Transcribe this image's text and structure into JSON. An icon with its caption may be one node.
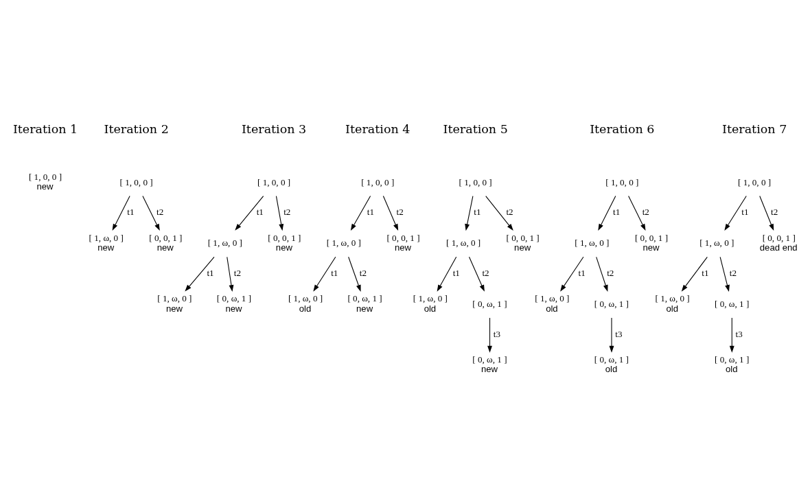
{
  "diagram": {
    "nodes": [
      {
        "text": [
          "[ 1, 0, 0 ]",
          "new"
        ]
      },
      {
        "text": [
          "[ 1, 0, 0 ]"
        ]
      },
      {
        "text": [
          "[ 1, ω, 0 ]",
          "new"
        ]
      },
      {
        "text": [
          "[ 0, 0, 1 ]",
          "new"
        ]
      },
      {
        "text": [
          "[ 1, 0, 0 ]"
        ]
      },
      {
        "text": [
          "[ 1, ω, 0 ]"
        ]
      },
      {
        "text": [
          "[ 0, 0, 1 ]",
          "new"
        ]
      },
      {
        "text": [
          "[ 1, ω, 0 ]",
          "new"
        ]
      },
      {
        "text": [
          "[ 0, ω, 1 ]",
          "new"
        ]
      },
      {
        "text": [
          "[ 1, 0, 0 ]"
        ]
      },
      {
        "text": [
          "[ 1, ω, 0 ]"
        ]
      },
      {
        "text": [
          "[ 0, 0, 1 ]",
          "new"
        ]
      },
      {
        "text": [
          "[ 1, ω, 0 ]",
          "old"
        ]
      },
      {
        "text": [
          "[ 0, ω, 1 ]",
          "new"
        ]
      },
      {
        "text": [
          "[ 1, 0, 0 ]"
        ]
      },
      {
        "text": [
          "[ 1, ω, 0 ]"
        ]
      },
      {
        "text": [
          "[ 0, 0, 1 ]",
          "new"
        ]
      },
      {
        "text": [
          "[ 1, ω, 0 ]",
          "old"
        ]
      },
      {
        "text": [
          "[ 0, ω, 1 ]"
        ]
      },
      {
        "text": [
          "[ 0, ω, 1 ]",
          "new"
        ]
      },
      {
        "text": [
          "[ 1, 0, 0 ]"
        ]
      },
      {
        "text": [
          "[ 1, ω, 0 ]"
        ]
      },
      {
        "text": [
          "[ 0, 0, 1 ]",
          "new"
        ]
      },
      {
        "text": [
          "[ 1, ω, 0 ]",
          "old"
        ]
      },
      {
        "text": [
          "[ 0, ω, 1 ]"
        ]
      },
      {
        "text": [
          "[ 0, ω, 1 ]",
          "old"
        ]
      },
      {
        "text": [
          "[ 1, 0, 0 ]"
        ]
      },
      {
        "text": [
          "[ 1, ω, 0 ]"
        ]
      },
      {
        "text": [
          "[ 0, 0, 1 ]",
          "dead end"
        ]
      },
      {
        "text": [
          "[ 1, ω, 0 ]",
          "old"
        ]
      },
      {
        "text": [
          "[ 0, ω, 1 ]"
        ]
      },
      {
        "text": [
          "[ 0, ω, 1 ]",
          "old"
        ]
      }
    ],
    "edges": [
      {
        "from": 1,
        "to": 2,
        "arrow": "to",
        "label": "t1"
      },
      {
        "from": 1,
        "to": 3,
        "arrow": "to",
        "label": "t2"
      },
      {
        "from": 4,
        "to": 5,
        "arrow": "to",
        "label": "t1"
      },
      {
        "from": 4,
        "to": 6,
        "arrow": "to",
        "label": "t2"
      },
      {
        "from": 5,
        "to": 7,
        "arrow": "to",
        "label": "t1"
      },
      {
        "from": 5,
        "to": 8,
        "arrow": "to",
        "label": "t2"
      },
      {
        "from": 9,
        "to": 10,
        "arrow": "to",
        "label": "t1"
      },
      {
        "from": 9,
        "to": 11,
        "arrow": "to",
        "label": "t2"
      },
      {
        "from": 10,
        "to": 12,
        "arrow": "to",
        "label": "t1"
      },
      {
        "from": 10,
        "to": 13,
        "arrow": "to",
        "label": "t2"
      },
      {
        "from": 14,
        "to": 15,
        "arrow": "to",
        "label": "t1"
      },
      {
        "from": 14,
        "to": 16,
        "arrow": "to",
        "label": "t2"
      },
      {
        "from": 15,
        "to": 17,
        "arrow": "to",
        "label": "t1"
      },
      {
        "from": 15,
        "to": 18,
        "arrow": "to",
        "label": "t2"
      },
      {
        "from": 18,
        "to": 19,
        "arrow": "to",
        "label": "t3"
      },
      {
        "from": 20,
        "to": 21,
        "arrow": "to",
        "label": "t1"
      },
      {
        "from": 20,
        "to": 22,
        "arrow": "to",
        "label": "t2"
      },
      {
        "from": 21,
        "to": 23,
        "arrow": "to",
        "label": "t1"
      },
      {
        "from": 21,
        "to": 24,
        "arrow": "to",
        "label": "t2"
      },
      {
        "from": 24,
        "to": 25,
        "arrow": "to",
        "label": "t3"
      },
      {
        "from": 26,
        "to": 27,
        "arrow": "to",
        "label": "t1"
      },
      {
        "from": 26,
        "to": 28,
        "arrow": "to",
        "label": "t2"
      },
      {
        "from": 27,
        "to": 29,
        "arrow": "to",
        "label": "t1"
      },
      {
        "from": 27,
        "to": 30,
        "arrow": "to",
        "label": "t2"
      },
      {
        "from": 30,
        "to": 31,
        "arrow": "to",
        "label": "t3"
      }
    ],
    "labels": [
      "Iteration 1",
      "Iteration 2",
      "Iteration 3",
      "Iteration 4",
      "Iteration 5",
      "Iteration 6",
      "Iteration 7"
    ]
  }
}
